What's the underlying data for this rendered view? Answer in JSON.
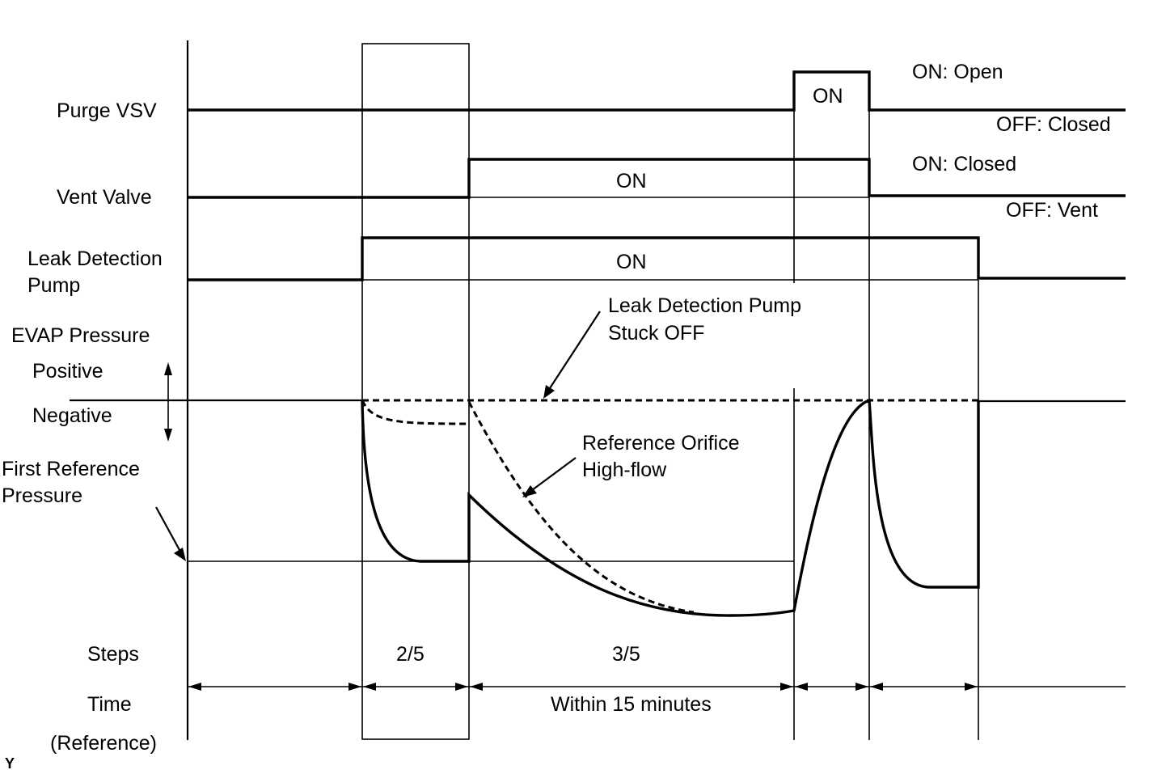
{
  "rows": {
    "purge_vsv": {
      "label": "Purge VSV",
      "on_label": "ON",
      "state_on": "ON: Open",
      "state_off": "OFF: Closed"
    },
    "vent_valve": {
      "label": "Vent Valve",
      "on_label": "ON",
      "state_on": "ON: Closed",
      "state_off": "OFF: Vent"
    },
    "leak_pump": {
      "label_line1": "Leak Detection",
      "label_line2": "Pump",
      "on_label": "ON"
    },
    "evap_pressure": {
      "label": "EVAP Pressure",
      "positive": "Positive",
      "negative": "Negative",
      "first_ref_line1": "First Reference",
      "first_ref_line2": "Pressure"
    }
  },
  "annotations": {
    "stuck_off_line1": "Leak Detection Pump",
    "stuck_off_line2": "Stuck OFF",
    "orifice_line1": "Reference Orifice",
    "orifice_line2": "High-flow"
  },
  "steps": {
    "label": "Steps",
    "step2": "2/5",
    "step3": "3/5"
  },
  "time": {
    "label": "Time",
    "reference": "(Reference)",
    "duration": "Within 15 minutes"
  },
  "corner_mark": "Y"
}
